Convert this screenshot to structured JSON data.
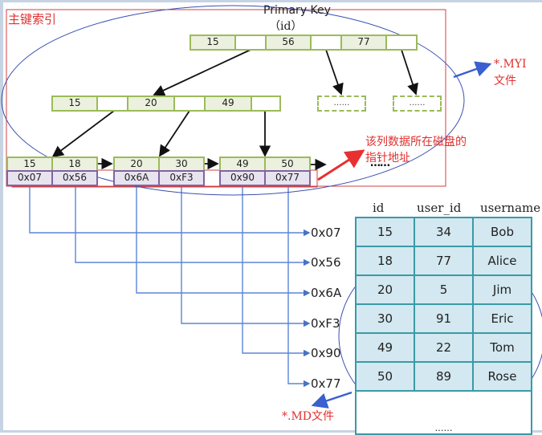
{
  "title": "主键索引",
  "primary_key_label": "Primary Key",
  "primary_key_sub": "（id）",
  "root_node": {
    "keys": [
      "15",
      "",
      "56",
      "",
      "77",
      ""
    ]
  },
  "internal_node": {
    "keys": [
      "15",
      "",
      "20",
      "",
      "49",
      ""
    ]
  },
  "placeholder_nodes": [
    "……",
    "……"
  ],
  "leaf_nodes": [
    {
      "keys": [
        "15",
        "18"
      ],
      "ptrs": [
        "0x07",
        "0x56"
      ]
    },
    {
      "keys": [
        "20",
        "30"
      ],
      "ptrs": [
        "0x6A",
        "0xF3"
      ]
    },
    {
      "keys": [
        "49",
        "50"
      ],
      "ptrs": [
        "0x90",
        "0x77"
      ]
    }
  ],
  "leaf_ellipsis": "……",
  "myi_label": {
    "line1": "*.MYI",
    "line2": "文件"
  },
  "pointer_note": {
    "line1": "该列数据所在磁盘的",
    "line2": "指针地址"
  },
  "md_label": "*.MD文件",
  "addresses": [
    "0x07",
    "0x56",
    "0x6A",
    "0xF3",
    "0x90",
    "0x77"
  ],
  "table": {
    "columns": [
      "id",
      "user_id",
      "username"
    ],
    "rows": [
      [
        "15",
        "34",
        "Bob"
      ],
      [
        "18",
        "77",
        "Alice"
      ],
      [
        "20",
        "5",
        "Jim"
      ],
      [
        "30",
        "91",
        "Eric"
      ],
      [
        "49",
        "22",
        "Tom"
      ],
      [
        "50",
        "89",
        "Rose"
      ]
    ],
    "footer": "……"
  },
  "colors": {
    "key_border": "#9bbb59",
    "key_fill": "#ebf1de",
    "ptr_border": "#8064a2",
    "ptr_fill": "#e7e3ef",
    "index_frame": "#e03030",
    "ellipse": "#3b4fb0",
    "connector": "#5b86d6",
    "table_border": "#3a9aa6",
    "table_fill": "#d3e8f0"
  }
}
